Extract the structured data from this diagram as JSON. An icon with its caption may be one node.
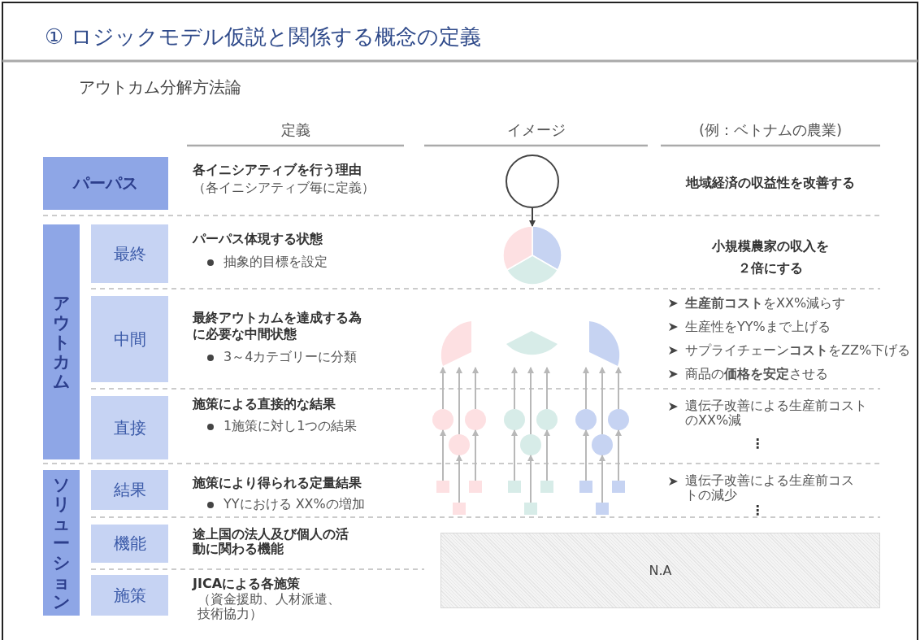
{
  "diagram": {
    "title": "① ロジックモデル仮説と関係する概念の定義",
    "nodes": [
      {
        "text": [
          "パーパス"
        ]
      },
      {
        "text": [
          "アウトカム"
        ]
      },
      {
        "text": [
          "最終"
        ]
      },
      {
        "text": [
          "中間"
        ]
      },
      {
        "text": [
          "直接"
        ]
      },
      {
        "text": [
          "ソリューション"
        ]
      },
      {
        "text": [
          "結果"
        ]
      },
      {
        "text": [
          "機能"
        ]
      },
      {
        "text": [
          "施策"
        ]
      },
      {
        "text": [],
        "shape": "circle"
      },
      {
        "text": [],
        "shape": "circle"
      },
      {
        "text": [],
        "shape": "segment"
      },
      {
        "text": [],
        "shape": "segment"
      },
      {
        "text": [],
        "shape": "segment"
      },
      {
        "text": [],
        "shape": "circle"
      },
      {
        "text": [],
        "shape": "circle"
      },
      {
        "text": [],
        "shape": "circle"
      },
      {
        "text": [],
        "shape": "box"
      },
      {
        "text": [],
        "shape": "box"
      },
      {
        "text": [],
        "shape": "box"
      },
      {
        "text": [],
        "shape": "circle"
      },
      {
        "text": [],
        "shape": "circle"
      },
      {
        "text": [],
        "shape": "circle"
      },
      {
        "text": [],
        "shape": "box"
      },
      {
        "text": [],
        "shape": "box"
      },
      {
        "text": [],
        "shape": "box"
      },
      {
        "text": [],
        "shape": "circle"
      },
      {
        "text": [],
        "shape": "circle"
      },
      {
        "text": [],
        "shape": "circle"
      },
      {
        "text": [],
        "shape": "box"
      },
      {
        "text": [],
        "shape": "box"
      },
      {
        "text": [],
        "shape": "box"
      },
      {
        "text": [
          "N.A"
        ]
      }
    ],
    "edges": [
      {
        "from": 9,
        "to": 10,
        "arrow": "to",
        "color": "#404040"
      },
      {
        "from": 17,
        "to": 14,
        "arrow": "to"
      },
      {
        "from": 19,
        "to": 16,
        "arrow": "to"
      },
      {
        "from": 18,
        "to": 15,
        "arrow": "to"
      },
      {
        "from": 14,
        "to": 11,
        "arrow": "to"
      },
      {
        "from": 16,
        "to": 11,
        "arrow": "to"
      },
      {
        "from": 15,
        "to": 11,
        "arrow": "to"
      },
      {
        "from": 23,
        "to": 20,
        "arrow": "to"
      },
      {
        "from": 25,
        "to": 22,
        "arrow": "to"
      },
      {
        "from": 24,
        "to": 21,
        "arrow": "to"
      },
      {
        "from": 20,
        "to": 12,
        "arrow": "to"
      },
      {
        "from": 22,
        "to": 12,
        "arrow": "to"
      },
      {
        "from": 21,
        "to": 12,
        "arrow": "to"
      },
      {
        "from": 29,
        "to": 26,
        "arrow": "to"
      },
      {
        "from": 31,
        "to": 28,
        "arrow": "to"
      },
      {
        "from": 30,
        "to": 27,
        "arrow": "to"
      },
      {
        "from": 26,
        "to": 13,
        "arrow": "to"
      },
      {
        "from": 28,
        "to": 13,
        "arrow": "to"
      },
      {
        "from": 27,
        "to": 13,
        "arrow": "to"
      }
    ],
    "labels": [
      "アウトカム分解方法論",
      "定義",
      "イメージ",
      "(例：ベトナムの農業)",
      "各イニシアティブを行う理由",
      "（各イニシアティブ毎に定義）",
      "地域経済の収益性を改善する",
      "パーパス体現する状態",
      "抽象的目標を設定",
      "小規模農家の収入を２倍にする",
      "最終アウトカムを達成する為に必要な中間状態",
      "3～4カテゴリーに分類",
      "**生産前コスト**をXX%減らす",
      "生産性をYY%まで上げる",
      "サプライチェーン**コスト**をZZ%下げる",
      "商品の**価格を安定**させる",
      "施策による直接的な結果",
      "1施策に対し1つの結果",
      "遺伝子改善による生産前コストのXX%減",
      "⋮",
      "施策により得られる定量結果",
      "YYにおける XX%の増加",
      "遺伝子改善による生産前コストの減少",
      "⋮",
      "途上国の法人及び個人の活動に関わる機能",
      "JICAによる各施策",
      "（資金援助、人材派遣、技術協力）"
    ]
  }
}
